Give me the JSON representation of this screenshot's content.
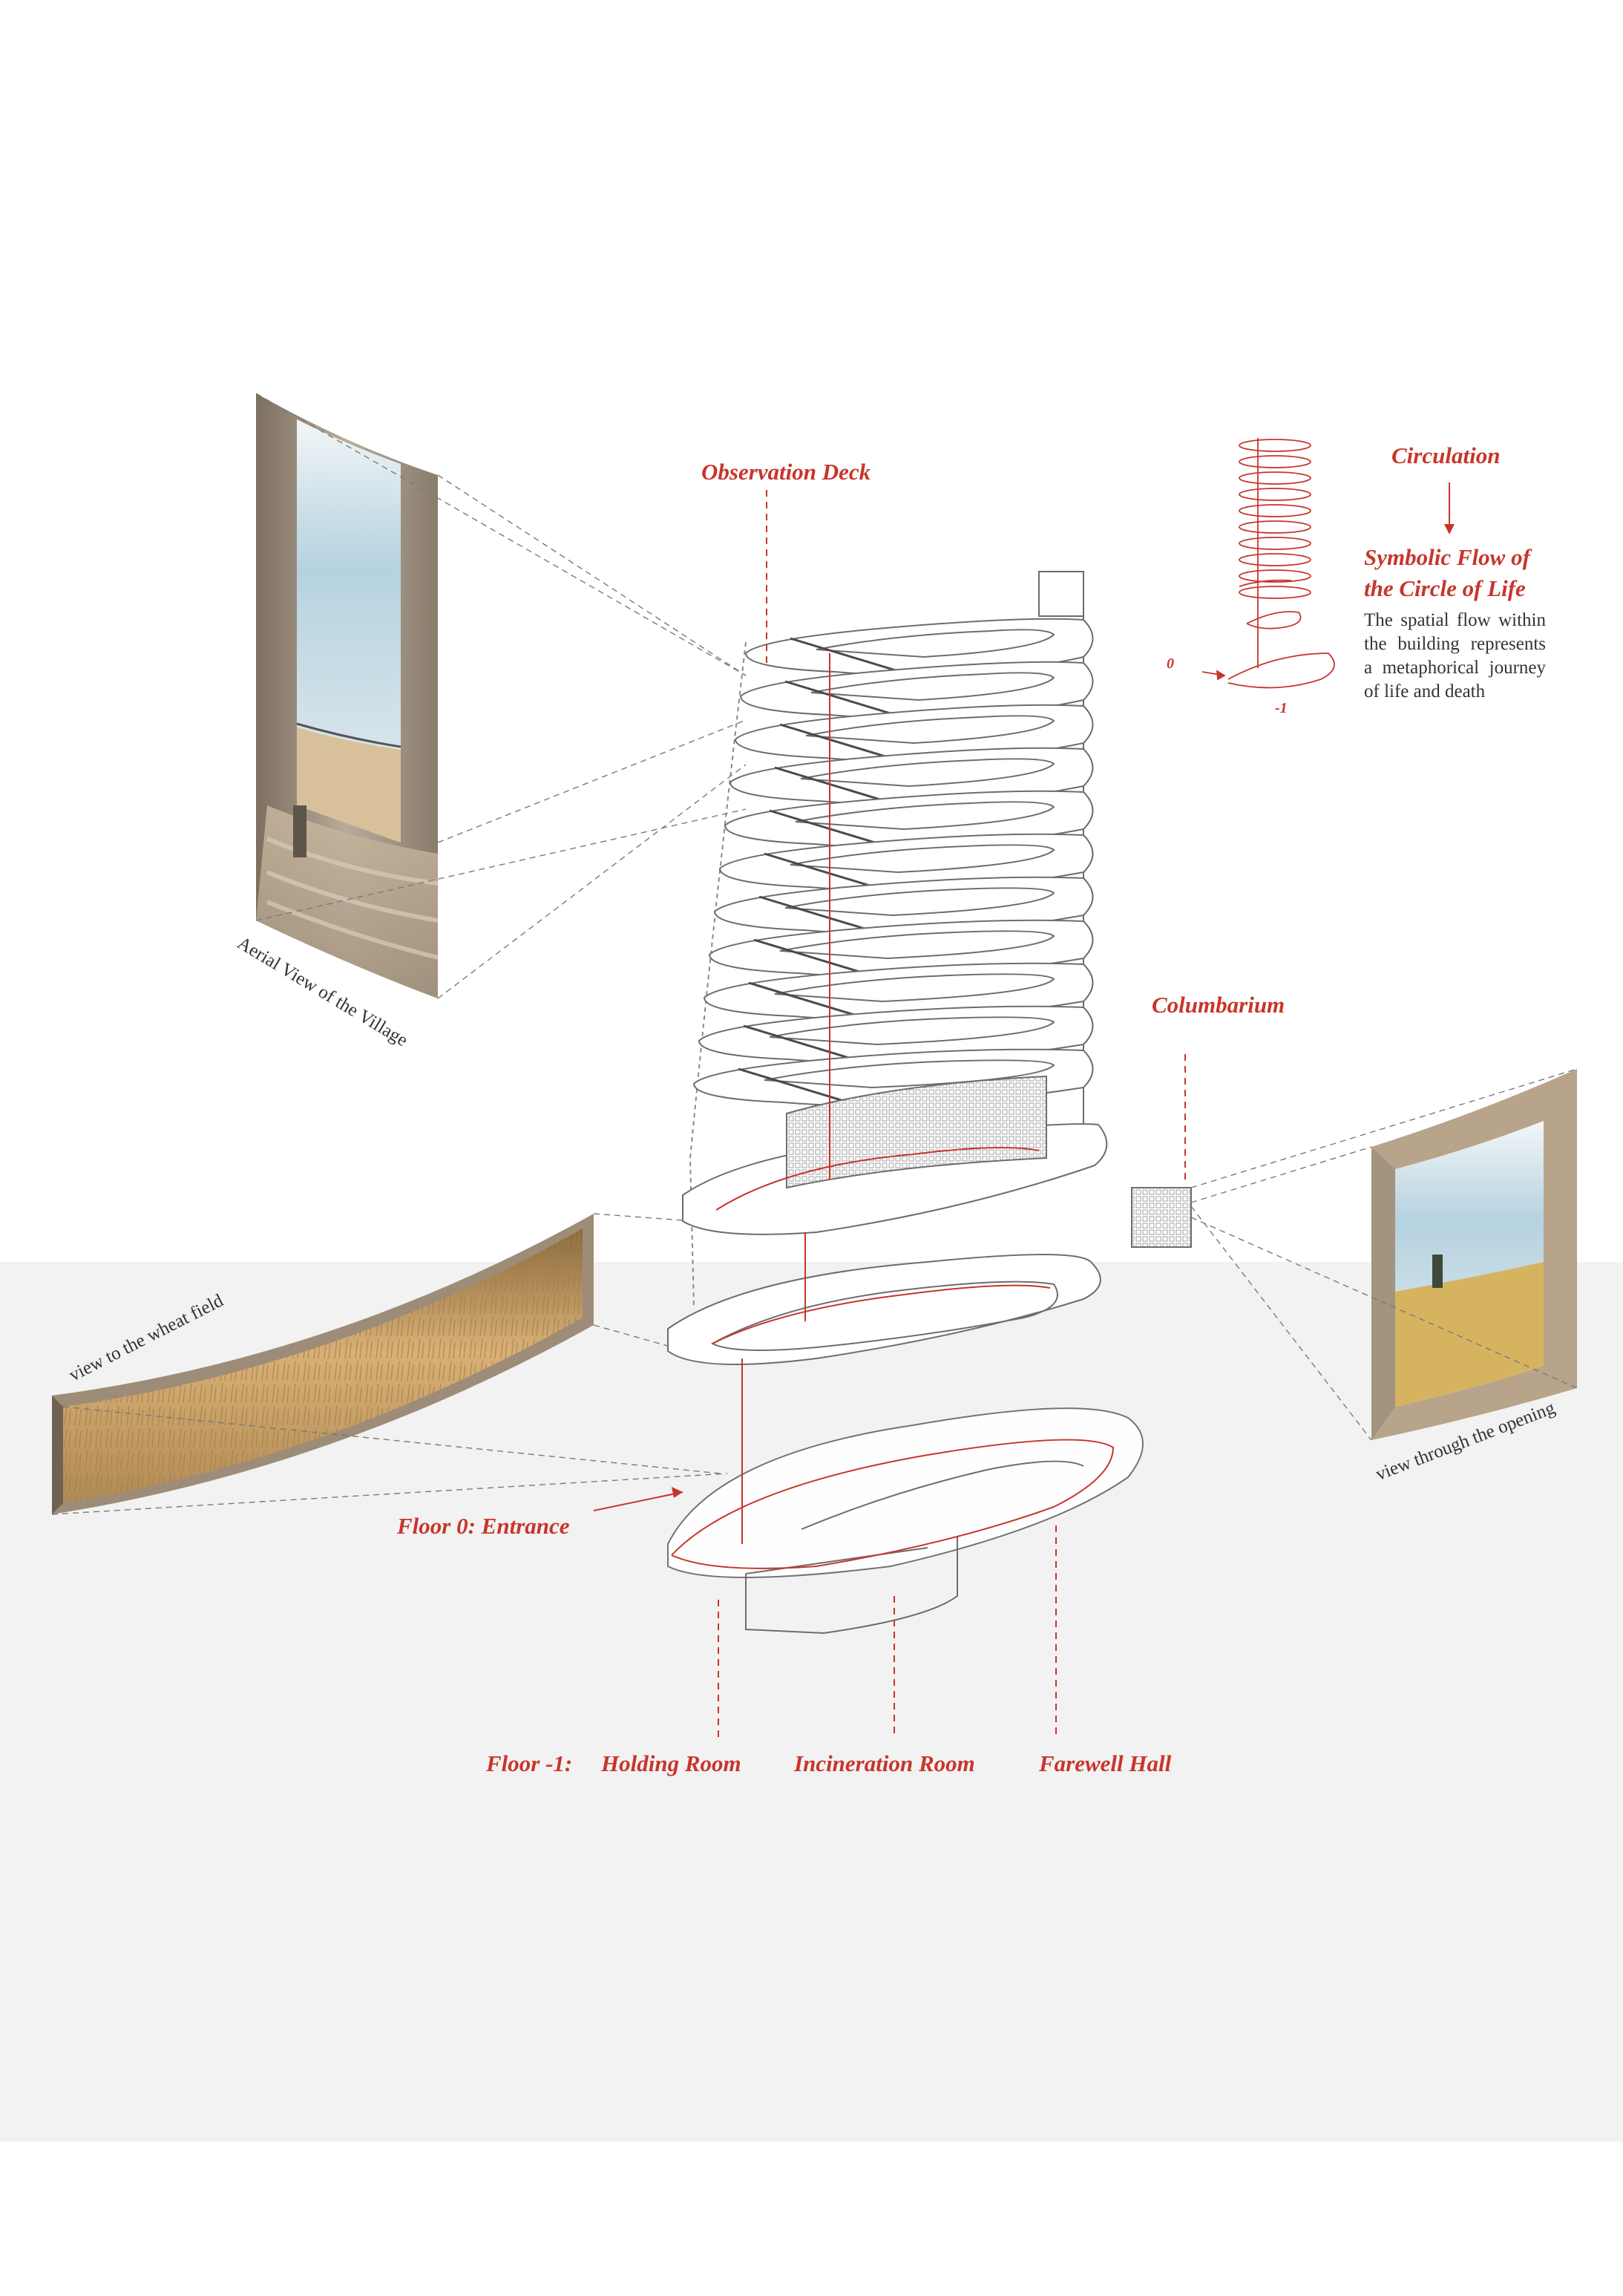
{
  "labels": {
    "observation_deck": "Observation Deck",
    "columbarium": "Columbarium",
    "floor0": "Floor 0:  Entrance",
    "floor_minus1": "Floor -1:",
    "holding_room": "Holding Room",
    "incineration_room": "Incineration Room",
    "farewell_hall": "Farewell Hall"
  },
  "legend": {
    "title": "Circulation",
    "subtitle_line1": "Symbolic Flow of",
    "subtitle_line2": "the Circle of Life",
    "description": "The spatial flow within the building represents a metaphorical journey of life and death",
    "level_zero": "0",
    "level_minus_one": "-1"
  },
  "captions": {
    "aerial_view": "Aerial View of the Village",
    "wheat_field": "view to the wheat field",
    "opening": "view through the opening"
  },
  "colors": {
    "accent_red": "#c8352b",
    "line_gray": "#7a7a7a",
    "background_band": "#f2f2f2"
  }
}
